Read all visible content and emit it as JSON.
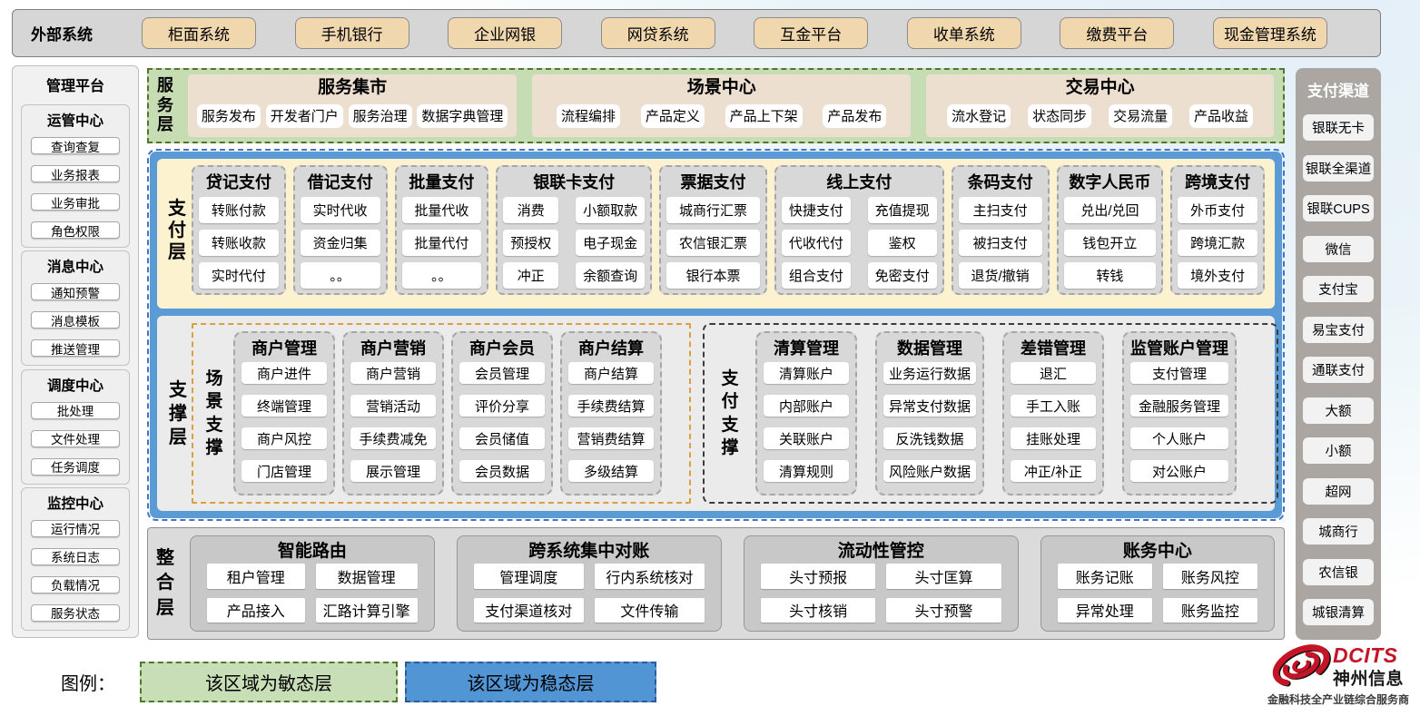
{
  "external": {
    "title": "外部系统",
    "systems": [
      "柜面系统",
      "手机银行",
      "企业网银",
      "网贷系统",
      "互金平台",
      "收单系统",
      "缴费平台",
      "现金管理系统"
    ]
  },
  "management": {
    "title": "管理平台",
    "groups": [
      {
        "title": "运管中心",
        "items": [
          "查询查复",
          "业务报表",
          "业务审批",
          "角色权限"
        ]
      },
      {
        "title": "消息中心",
        "items": [
          "通知预警",
          "消息模板",
          "推送管理"
        ]
      },
      {
        "title": "调度中心",
        "items": [
          "批处理",
          "文件处理",
          "任务调度"
        ]
      },
      {
        "title": "监控中心",
        "items": [
          "运行情况",
          "系统日志",
          "负载情况",
          "服务状态"
        ]
      }
    ]
  },
  "service_layer": {
    "label": "服务层",
    "sections": [
      {
        "title": "服务集市",
        "items": [
          "服务发布",
          "开发者门户",
          "服务治理",
          "数据字典管理"
        ]
      },
      {
        "title": "场景中心",
        "items": [
          "流程编排",
          "产品定义",
          "产品上下架",
          "产品发布"
        ]
      },
      {
        "title": "交易中心",
        "items": [
          "流水登记",
          "状态同步",
          "交易流量",
          "产品收益"
        ]
      }
    ]
  },
  "payment_layer": {
    "label": "支付层",
    "groups": [
      {
        "title": "贷记支付",
        "items": [
          "转账付款",
          "转账收款",
          "实时代付"
        ]
      },
      {
        "title": "借记支付",
        "items": [
          "实时代收",
          "资金归集",
          "。。"
        ]
      },
      {
        "title": "批量支付",
        "items": [
          "批量代收",
          "批量代付",
          "。。"
        ]
      },
      {
        "title": "银联卡支付",
        "items": [
          "消费",
          "小额取款",
          "预授权",
          "电子现金",
          "冲正",
          "余额查询"
        ]
      },
      {
        "title": "票据支付",
        "items": [
          "城商行汇票",
          "农信银汇票",
          "银行本票"
        ]
      },
      {
        "title": "线上支付",
        "items": [
          "快捷支付",
          "充值提现",
          "代收代付",
          "鉴权",
          "组合支付",
          "免密支付"
        ]
      },
      {
        "title": "条码支付",
        "items": [
          "主扫支付",
          "被扫支付",
          "退货/撤销"
        ]
      },
      {
        "title": "数字人民币",
        "items": [
          "兑出/兑回",
          "钱包开立",
          "转钱"
        ]
      },
      {
        "title": "跨境支付",
        "items": [
          "外币支付",
          "跨境汇款",
          "境外支付"
        ]
      }
    ]
  },
  "support_layer": {
    "label": "支撑层",
    "zones": [
      {
        "label": "场景支撑",
        "tone": "scene",
        "groups": [
          {
            "title": "商户管理",
            "items": [
              "商户进件",
              "终端管理",
              "商户风控",
              "门店管理"
            ]
          },
          {
            "title": "商户营销",
            "items": [
              "商户营销",
              "营销活动",
              "手续费减免",
              "展示管理"
            ]
          },
          {
            "title": "商户会员",
            "items": [
              "会员管理",
              "评价分享",
              "会员储值",
              "会员数据"
            ]
          },
          {
            "title": "商户结算",
            "items": [
              "商户结算",
              "手续费结算",
              "营销费结算",
              "多级结算"
            ]
          }
        ]
      },
      {
        "label": "支付支撑",
        "tone": "pay",
        "groups": [
          {
            "title": "清算管理",
            "items": [
              "清算账户",
              "内部账户",
              "关联账户",
              "清算规则"
            ]
          },
          {
            "title": "数据管理",
            "items": [
              "业务运行数据",
              "异常支付数据",
              "反洗钱数据",
              "风险账户数据"
            ]
          },
          {
            "title": "差错管理",
            "items": [
              "退汇",
              "手工入账",
              "挂账处理",
              "冲正/补正"
            ]
          },
          {
            "title": "监管账户管理",
            "items": [
              "支付管理",
              "金融服务管理",
              "个人账户",
              "对公账户"
            ]
          }
        ]
      }
    ]
  },
  "integration_layer": {
    "label": "整合层",
    "groups": [
      {
        "title": "智能路由",
        "items": [
          "租户管理",
          "数据管理",
          "产品接入",
          "汇路计算引擎"
        ]
      },
      {
        "title": "跨系统集中对账",
        "items": [
          "管理调度",
          "行内系统核对",
          "支付渠道核对",
          "文件传输"
        ]
      },
      {
        "title": "流动性管控",
        "items": [
          "头寸预报",
          "头寸匡算",
          "头寸核销",
          "头寸预警"
        ]
      },
      {
        "title": "账务中心",
        "items": [
          "账务记账",
          "账务风控",
          "异常处理",
          "账务监控"
        ]
      }
    ]
  },
  "channels": {
    "title": "支付渠道",
    "items": [
      "银联无卡",
      "银联全渠道",
      "银联CUPS",
      "微信",
      "支付宝",
      "易宝支付",
      "通联支付",
      "大额",
      "小额",
      "超网",
      "城商行",
      "农信银",
      "城银清算"
    ]
  },
  "legend": {
    "label": "图例：",
    "items": [
      {
        "text": "该区域为敏态层",
        "tone": "green"
      },
      {
        "text": "该区域为稳态层",
        "tone": "blue"
      }
    ]
  },
  "logo": {
    "brand": "DCITS",
    "name": "神州信息",
    "tagline": "金融科技全产业链综合服务商"
  }
}
